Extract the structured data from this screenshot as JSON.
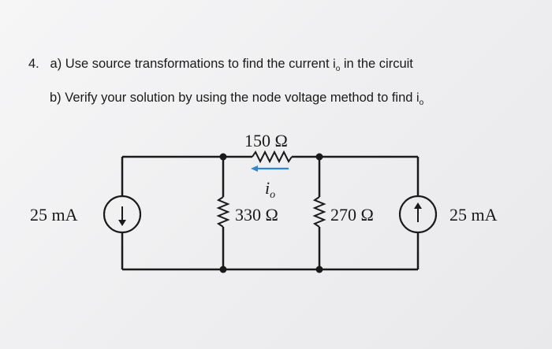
{
  "question": {
    "number": "4.",
    "part_a": "a) Use source transformations to find the current",
    "part_a_var": "i",
    "part_a_sub": "o",
    "part_a_end": "in the circuit",
    "part_b": "b) Verify your solution by using the node voltage method to find",
    "part_b_var": "i",
    "part_b_sub": "o"
  },
  "circuit": {
    "r_top": "150 Ω",
    "r_mid1": "330 Ω",
    "r_mid2": "270 Ω",
    "src_left": "25 mA",
    "src_right": "25 mA",
    "current_var": "i",
    "current_sub": "o",
    "colors": {
      "wire": "#1a1a1a",
      "arrow": "#2f86d6"
    }
  }
}
